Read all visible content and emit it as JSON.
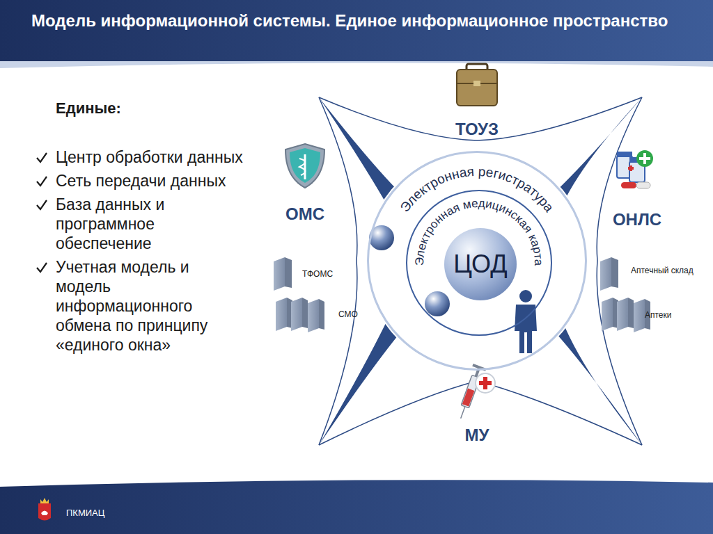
{
  "diagram": {
    "title": "Модель информационной системы. Единое информационное пространство",
    "nodes": [
      {
        "text": [
          "Электронная регистратура"
        ]
      },
      {
        "text": [
          "Электронная медицинская карта"
        ],
        "in": 0
      },
      {
        "text": [
          "ЦОД"
        ],
        "in": 1
      }
    ],
    "labels": [
      "Единые:",
      "Центр обработки данных",
      "Сеть передачи данных",
      "База данных и программное обеспечение",
      "Учетная модель и модель информационного обмена по принципу «единого окна»",
      "ТОУЗ",
      "ОМС",
      "ОНЛС",
      "МУ",
      "ТФОМС",
      "СМО",
      "Аптечный склад",
      "Аптеки",
      "ПКМИАЦ"
    ]
  }
}
